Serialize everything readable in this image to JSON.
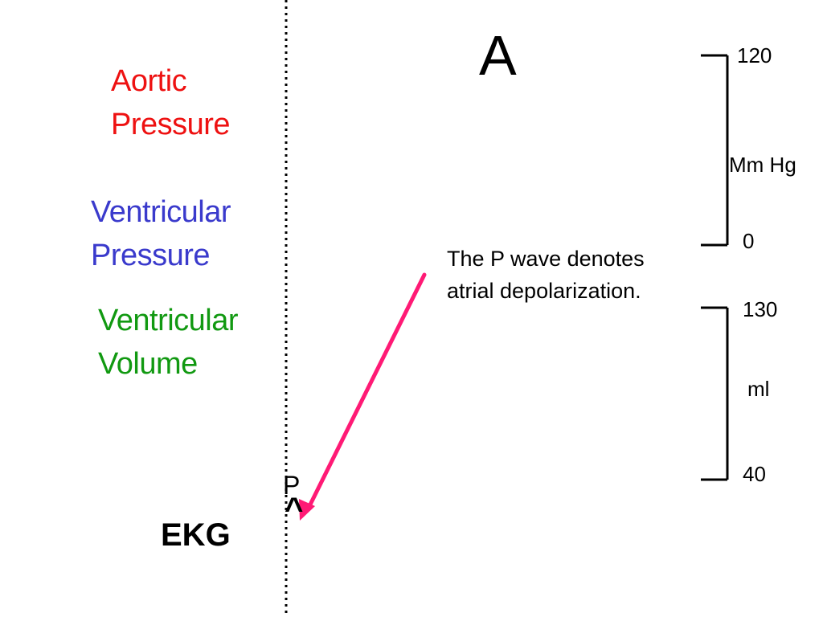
{
  "panel_letter": "A",
  "colors": {
    "aortic": "#ee1111",
    "ventricular_pressure": "#3a3acc",
    "ventricular_volume": "#119911",
    "arrow": "#ff1a75",
    "text": "#000000"
  },
  "labels": {
    "aortic_pressure": [
      "Aortic",
      "Pressure"
    ],
    "ventricular_pressure": [
      "Ventricular",
      "Pressure"
    ],
    "ventricular_volume": [
      "Ventricular",
      "Volume"
    ],
    "ekg": "EKG",
    "p_wave": "P",
    "p_wave_caret": "^"
  },
  "annotation": {
    "lines": [
      "The P wave denotes",
      "atrial depolarization."
    ]
  },
  "pressure_scale": {
    "max": "120",
    "min": "0",
    "unit": "Mm Hg"
  },
  "volume_scale": {
    "max": "130",
    "min": "40",
    "unit": "ml"
  }
}
